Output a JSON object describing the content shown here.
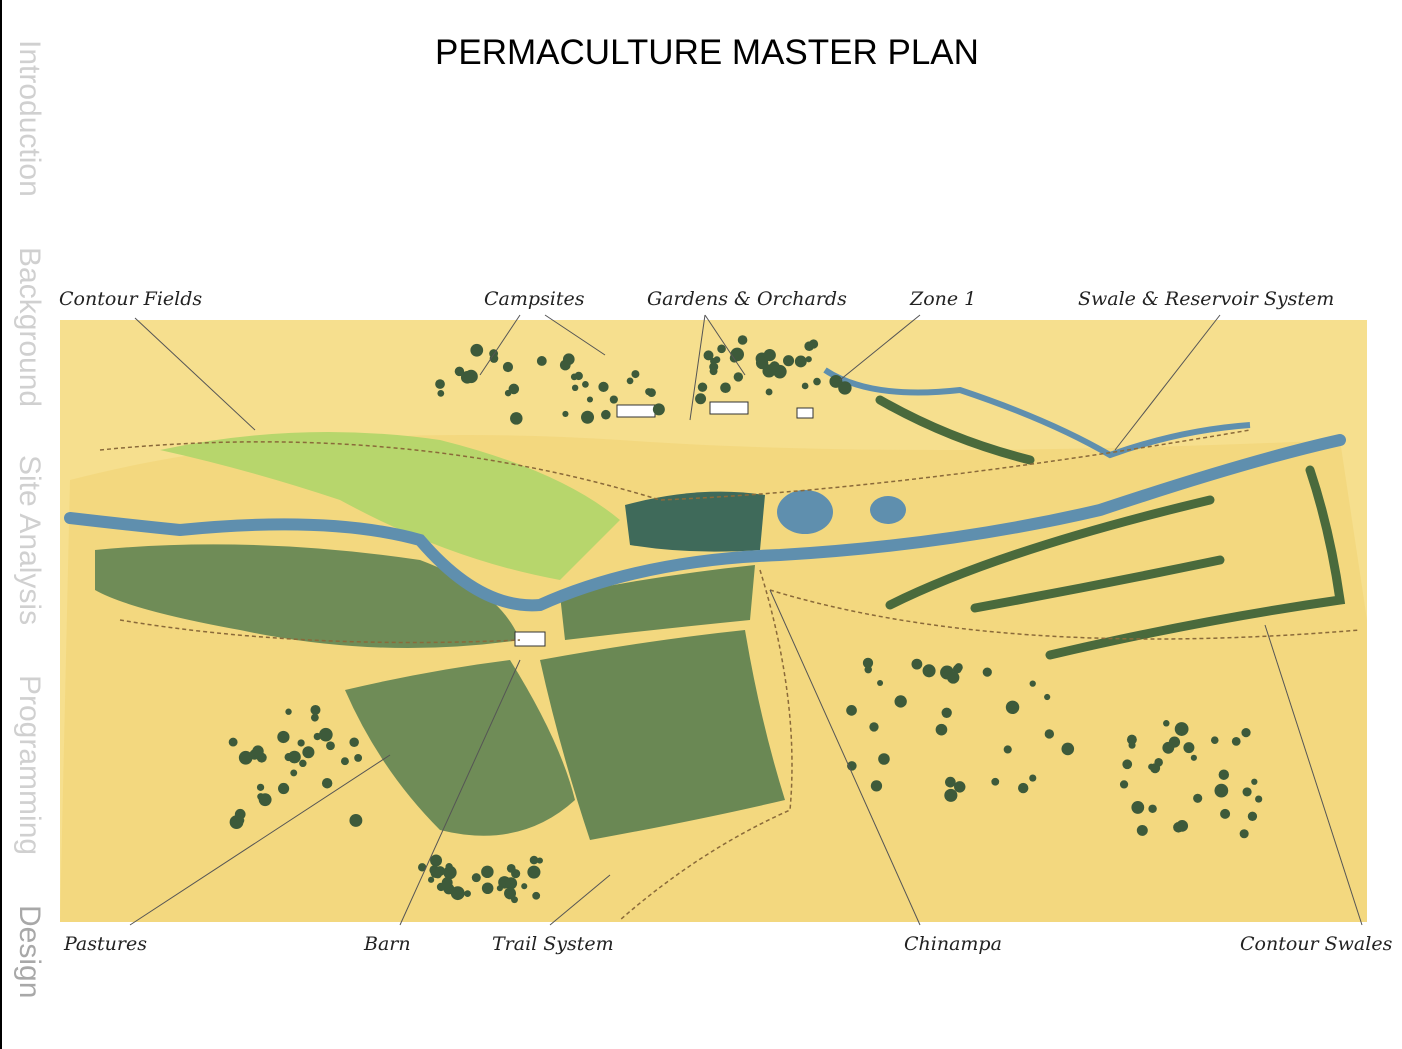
{
  "title": "PERMACULTURE MASTER PLAN",
  "nav": [
    {
      "label": "Introduction",
      "active": false
    },
    {
      "label": "Background",
      "active": false
    },
    {
      "label": "Site Analysis",
      "active": false
    },
    {
      "label": "Programming",
      "active": false
    },
    {
      "label": "Design",
      "active": true
    }
  ],
  "map_labels": {
    "contour_fields": "Contour Fields",
    "campsites": "Campsites",
    "gardens_orchards": "Gardens & Orchards",
    "zone1": "Zone 1",
    "swale_reservoir": "Swale & Reservoir System",
    "pastures": "Pastures",
    "barn": "Barn",
    "trail_system": "Trail System",
    "chinampa": "Chinampa",
    "contour_swales": "Contour Swales"
  },
  "colors": {
    "sand": "#f5dc86",
    "field_green": "#6e8a55",
    "light_green": "#b6d66a",
    "river": "#5f8fae",
    "tree": "#3d5a3a"
  }
}
